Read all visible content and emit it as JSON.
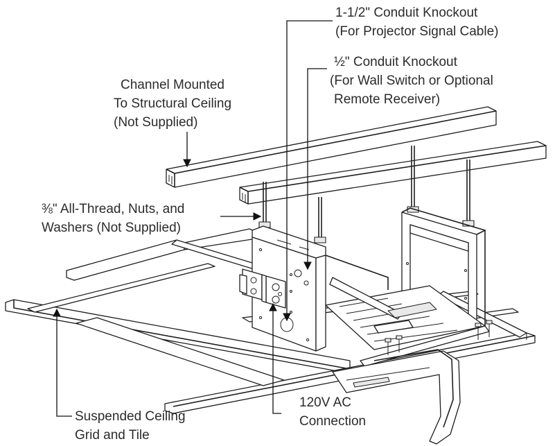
{
  "labels": {
    "conduit_large": [
      "1-1/2\" Conduit Knockout",
      "(For Projector Signal Cable)"
    ],
    "conduit_small": [
      "½\" Conduit Knockout",
      "(For Wall Switch or Optional",
      "Remote Receiver)"
    ],
    "channel": [
      "Channel Mounted",
      "To Structural Ceiling",
      "(Not Supplied)"
    ],
    "allthread": [
      "⅜\" All-Thread, Nuts, and",
      "Washers (Not Supplied)"
    ],
    "ac": [
      "120V AC",
      "Connection"
    ],
    "grid": [
      "Suspended Ceiling",
      "Grid and Tile"
    ]
  },
  "colors": {
    "line": "#1e1e1e",
    "text": "#2b2b2b",
    "shade": "#e9e9e9"
  }
}
